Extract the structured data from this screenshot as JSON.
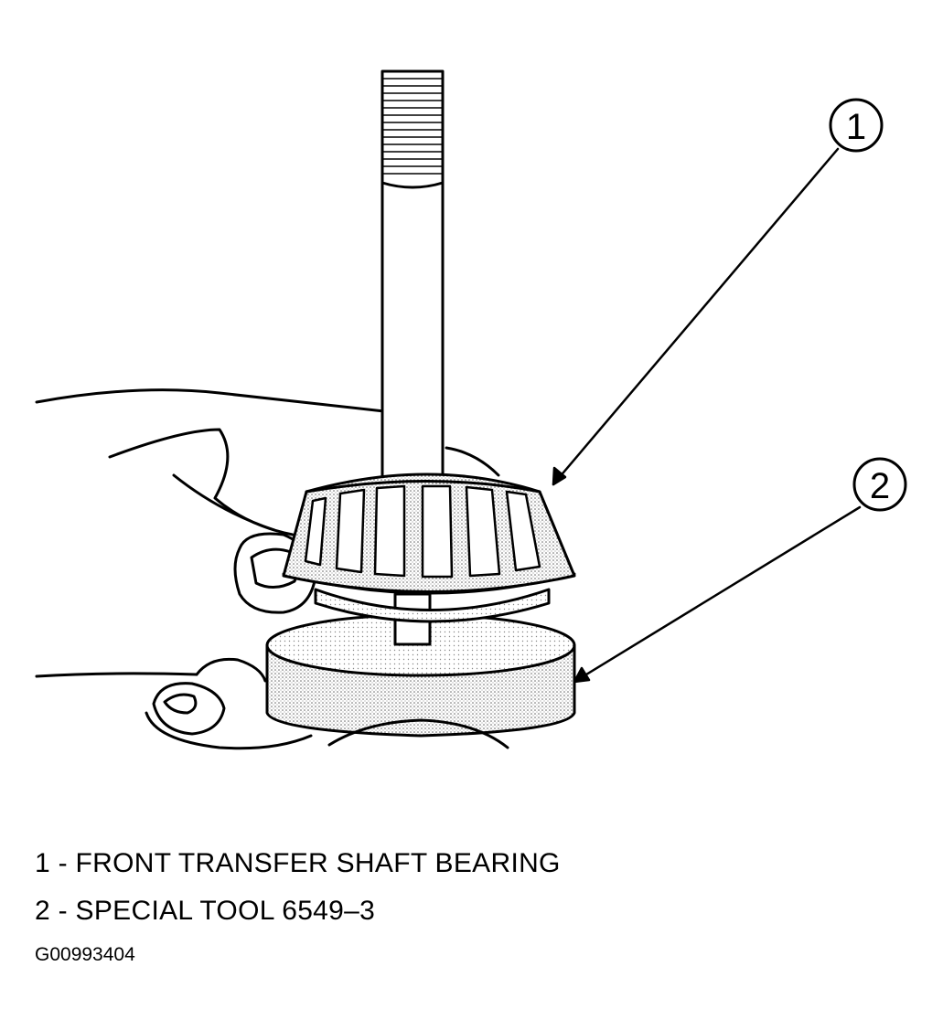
{
  "callouts": [
    {
      "number": "1",
      "text": "1 - FRONT TRANSFER SHAFT BEARING"
    },
    {
      "number": "2",
      "text": "2 - SPECIAL TOOL 6549–3"
    }
  ],
  "figure_id": "G00993404"
}
